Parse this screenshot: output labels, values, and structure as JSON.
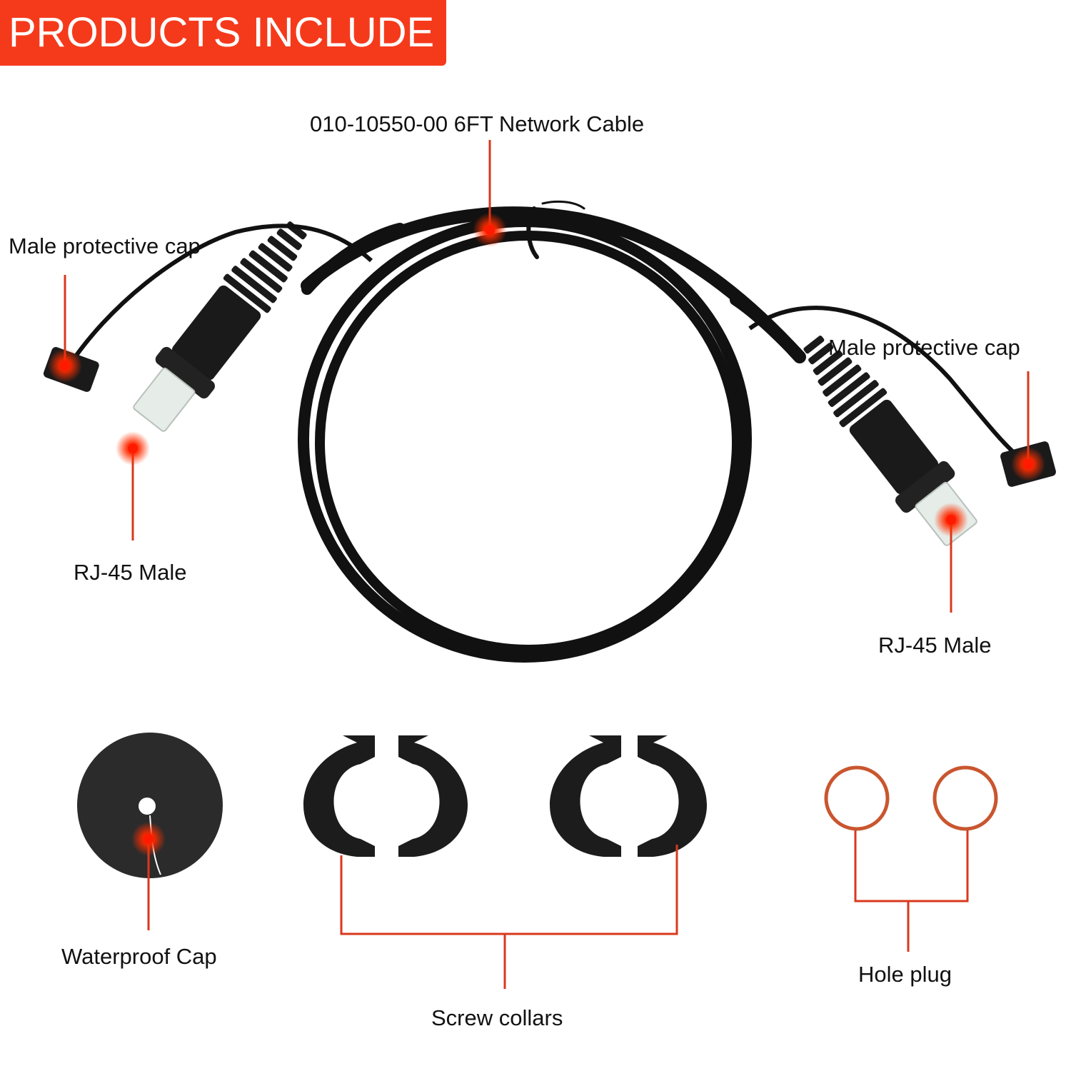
{
  "banner": {
    "title": "PRODUCTS INCLUDE"
  },
  "labels": {
    "network_cable": "010-10550-00 6FT Network Cable",
    "male_cap_left": "Male protective cap",
    "male_cap_right": "Male protective cap",
    "rj45_left": "RJ-45 Male",
    "rj45_right": "RJ-45 Male",
    "waterproof_cap": "Waterproof Cap",
    "screw_collars": "Screw collars",
    "hole_plug": "Hole plug"
  },
  "colors": {
    "accent": "#f53a1c",
    "callout_line": "#d9381e",
    "marker": "#ff2200",
    "cable": "#111111",
    "hole_plug": "#c9562f"
  }
}
